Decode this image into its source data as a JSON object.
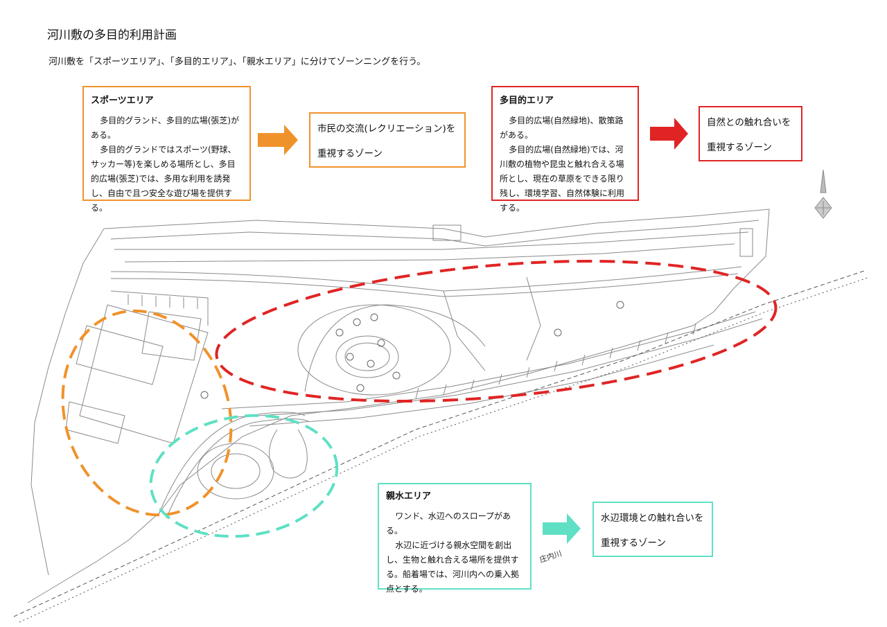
{
  "title": "河川敷の多目的利用計画",
  "intro": "河川敷を「スポーツエリア」、「多目的エリア」、「親水エリア」に分けてゾーンニングを行う。",
  "sports": {
    "heading": "スポーツエリア",
    "p1": "多目的グランド、多目的広場(張芝)がある。",
    "p2": "多目的グランドではスポーツ(野球、サッカー等)を楽しめる場所とし、多目的広場(張芝)では、多用な利用を誘発し、自由で且つ安全な遊び場を提供する。",
    "zone_line1": "市民の交流(レクリエーション)を",
    "zone_line2": "重視するゾーン"
  },
  "multi": {
    "heading": "多目的エリア",
    "p1": "多目的広場(自然緑地)、散策路がある。",
    "p2": "多目的広場(自然緑地)では、河川敷の植物や昆虫と触れ合える場所とし、現在の草原をできる限り残し、環境学習、自然体験に利用する。",
    "zone_line1": "自然との触れ合いを",
    "zone_line2": "重視するゾーン"
  },
  "water": {
    "heading": "親水エリア",
    "p1": "ワンド、水辺へのスロープがある。",
    "p2": "水辺に近づける親水空間を創出し、生物と触れ合える場所を提供する。船着場では、河川内への乗入拠点とする。",
    "zone_line1": "水辺環境との触れ合いを",
    "zone_line2": "重視するゾーン"
  },
  "river_label": "庄内川",
  "colors": {
    "sports": "#f0922b",
    "multi": "#e02424",
    "water": "#5fe0c4"
  }
}
